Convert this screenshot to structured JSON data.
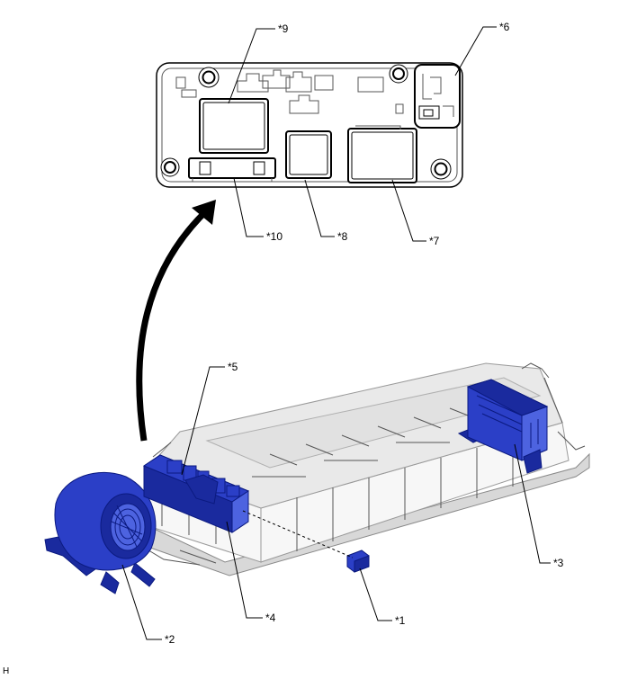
{
  "callouts": {
    "c1": "*1",
    "c2": "*2",
    "c3": "*3",
    "c4": "*4",
    "c5": "*5",
    "c6": "*6",
    "c7": "*7",
    "c8": "*8",
    "c9": "*9",
    "c10": "*10"
  },
  "corner_code": "H",
  "colors": {
    "highlight_parts": "#2b3fc7",
    "outline": "#000000"
  }
}
